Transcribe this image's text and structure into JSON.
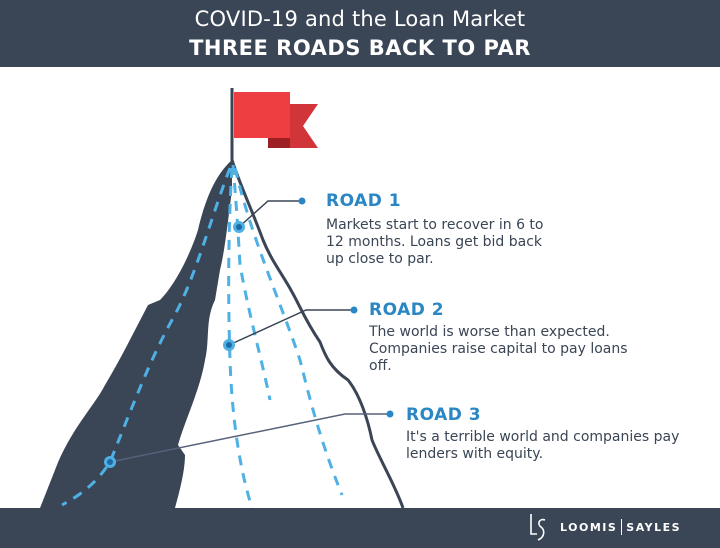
{
  "header": {
    "subtitle": "COVID-19 and the Loan Market",
    "title": "THREE ROADS BACK TO PAR"
  },
  "roads": [
    {
      "label": "ROAD 1",
      "description": "Markets start to recover in 6 to 12 months. Loans get bid back up close to par."
    },
    {
      "label": "ROAD 2",
      "description": "The world is worse than expected. Companies raise capital to pay loans off."
    },
    {
      "label": "ROAD 3",
      "description": "It's a terrible world and companies pay lenders with equity."
    }
  ],
  "footer": {
    "brand_left": "LOOMIS",
    "brand_right": "SAYLES",
    "logo_icon": "ls-monogram-icon"
  },
  "colors": {
    "navy": "#3a4555",
    "road_blue": "#2a87c4",
    "path_blue": "#4fb0e4",
    "flag_red": "#ef3e42",
    "flag_dark_red": "#c62f34"
  }
}
